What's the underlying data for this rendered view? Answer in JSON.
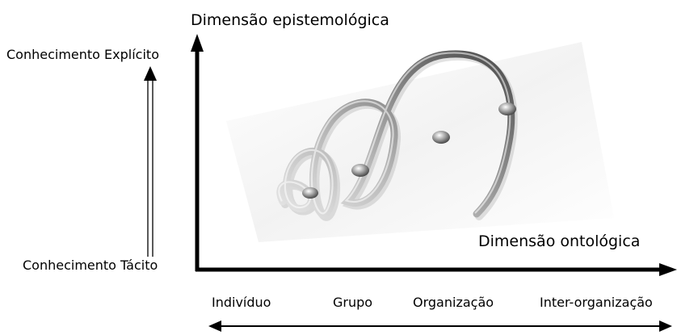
{
  "diagram": {
    "epistemological_axis_label": "Dimensão epistemológica",
    "ontological_axis_label": "Dimensão ontológica",
    "explicit_knowledge_label": "Conhecimento Explícito",
    "tacit_knowledge_label": "Conhecimento Tácito",
    "ontological_levels": [
      "Indivíduo",
      "Grupo",
      "Organização",
      "Inter-organização"
    ],
    "colors": {
      "axis": "#000000",
      "spiral_dark": "#3a3a3a",
      "spiral_light": "#d8d8d8",
      "background_shade": "#f2f2f2"
    }
  }
}
